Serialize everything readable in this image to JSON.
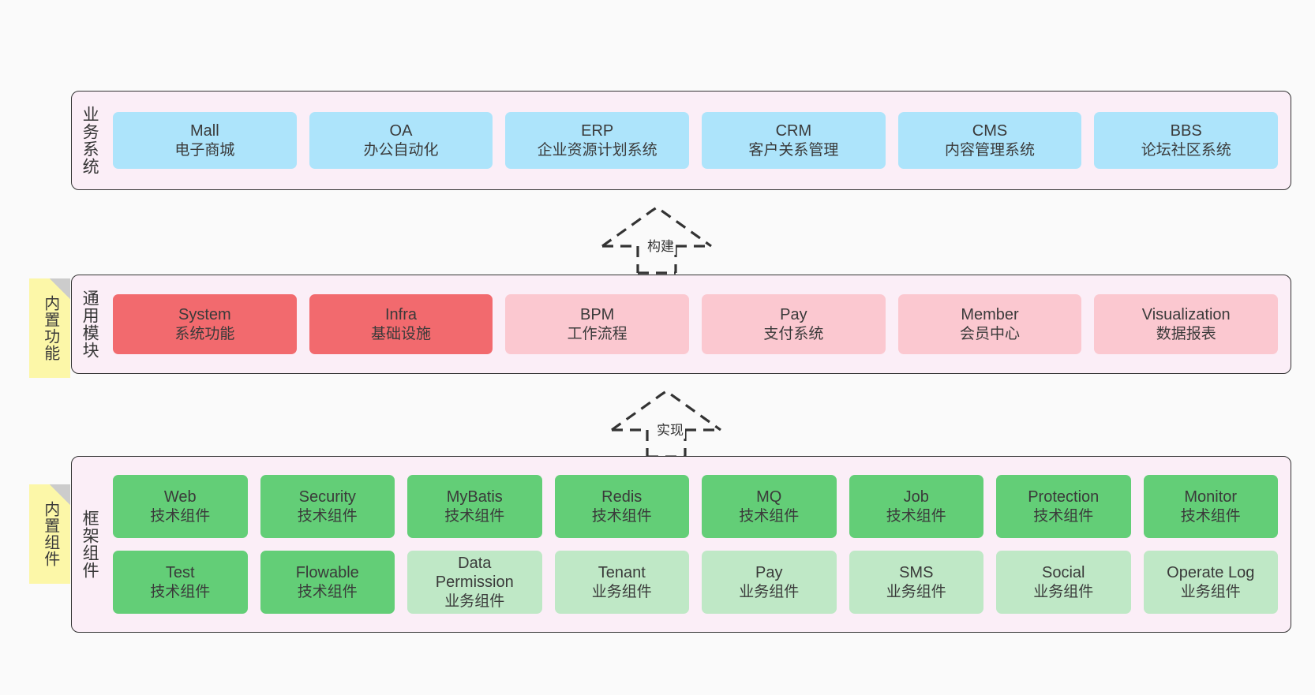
{
  "diagram": {
    "background": "#fafafa",
    "band_fill": "#fbeef7",
    "band_stroke": "#333333",
    "note_fill": "#fcf7a8"
  },
  "layers": [
    {
      "id": "business",
      "title": "业务系统",
      "rows": [
        {
          "cells": [
            {
              "t1": "Mall",
              "t2": "电子商城",
              "color": "#ade4fb"
            },
            {
              "t1": "OA",
              "t2": "办公自动化",
              "color": "#ade4fb"
            },
            {
              "t1": "ERP",
              "t2": "企业资源计划系统",
              "color": "#ade4fb"
            },
            {
              "t1": "CRM",
              "t2": "客户关系管理",
              "color": "#ade4fb"
            },
            {
              "t1": "CMS",
              "t2": "内容管理系统",
              "color": "#ade4fb"
            },
            {
              "t1": "BBS",
              "t2": "论坛社区系统",
              "color": "#ade4fb"
            }
          ]
        }
      ]
    },
    {
      "id": "common-module",
      "title": "通用模块",
      "note": "内置功能",
      "rows": [
        {
          "cells": [
            {
              "t1": "System",
              "t2": "系统功能",
              "color": "#f26a6e"
            },
            {
              "t1": "Infra",
              "t2": "基础设施",
              "color": "#f26a6e"
            },
            {
              "t1": "BPM",
              "t2": "工作流程",
              "color": "#fbc8d0"
            },
            {
              "t1": "Pay",
              "t2": "支付系统",
              "color": "#fbc8d0"
            },
            {
              "t1": "Member",
              "t2": "会员中心",
              "color": "#fbc8d0"
            },
            {
              "t1": "Visualization",
              "t2": "数据报表",
              "color": "#fbc8d0"
            }
          ]
        }
      ]
    },
    {
      "id": "framework-component",
      "title": "框架组件",
      "note": "内置组件",
      "rows": [
        {
          "cells": [
            {
              "t1": "Web",
              "t2": "技术组件",
              "color": "#63ce77"
            },
            {
              "t1": "Security",
              "t2": "技术组件",
              "color": "#63ce77"
            },
            {
              "t1": "MyBatis",
              "t2": "技术组件",
              "color": "#63ce77"
            },
            {
              "t1": "Redis",
              "t2": "技术组件",
              "color": "#63ce77"
            },
            {
              "t1": "MQ",
              "t2": "技术组件",
              "color": "#63ce77"
            },
            {
              "t1": "Job",
              "t2": "技术组件",
              "color": "#63ce77"
            },
            {
              "t1": "Protection",
              "t2": "技术组件",
              "color": "#63ce77"
            },
            {
              "t1": "Monitor",
              "t2": "技术组件",
              "color": "#63ce77"
            }
          ]
        },
        {
          "cells": [
            {
              "t1": "Test",
              "t2": "技术组件",
              "color": "#63ce77"
            },
            {
              "t1": "Flowable",
              "t2": "技术组件",
              "color": "#63ce77"
            },
            {
              "t1": "Data Permission",
              "t2": "业务组件",
              "color": "#bfe8c6"
            },
            {
              "t1": "Tenant",
              "t2": "业务组件",
              "color": "#bfe8c6"
            },
            {
              "t1": "Pay",
              "t2": "业务组件",
              "color": "#bfe8c6"
            },
            {
              "t1": "SMS",
              "t2": "业务组件",
              "color": "#bfe8c6"
            },
            {
              "t1": "Social",
              "t2": "业务组件",
              "color": "#bfe8c6"
            },
            {
              "t1": "Operate Log",
              "t2": "业务组件",
              "color": "#bfe8c6"
            }
          ]
        }
      ]
    }
  ],
  "arrows": [
    {
      "id": "arrow-build",
      "label": "构建"
    },
    {
      "id": "arrow-implement",
      "label": "实现"
    }
  ]
}
